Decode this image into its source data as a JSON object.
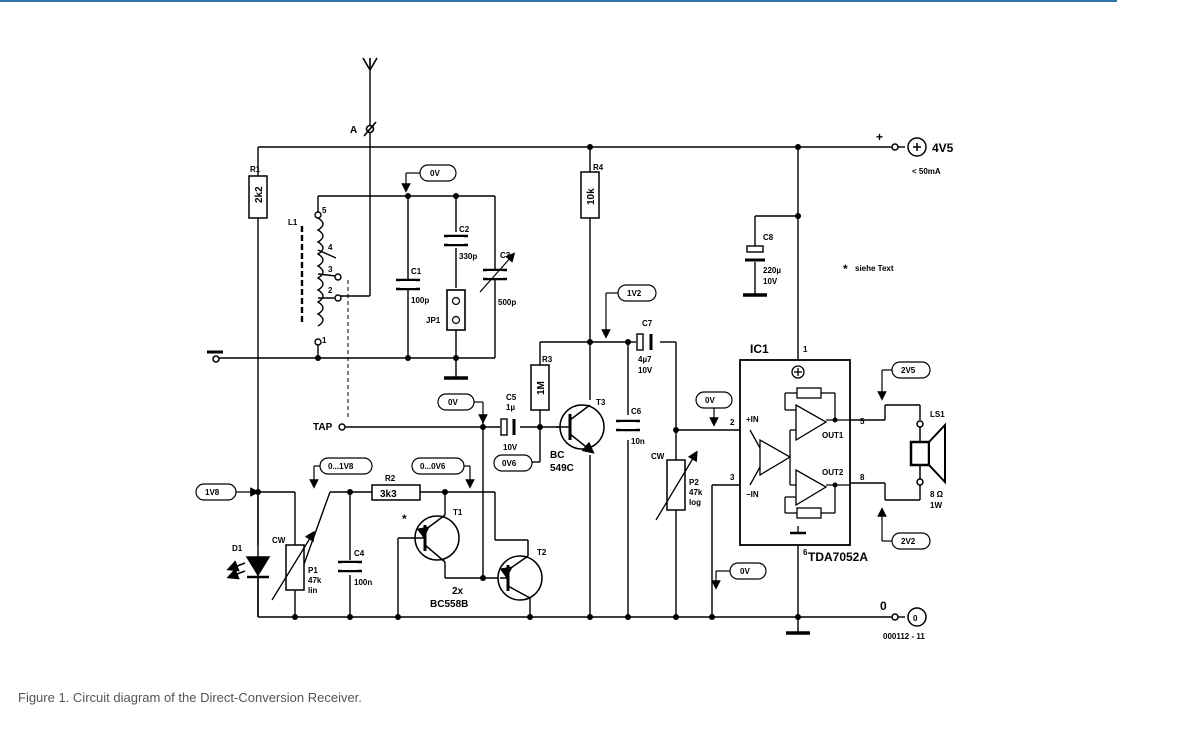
{
  "caption": "Figure 1. Circuit diagram of the Direct-Conversion Receiver.",
  "figure_id": "000112 - 11",
  "note": "siehe Text",
  "supply": {
    "label": "4V5",
    "current": "< 50mA",
    "plus": "+",
    "ground": "0"
  },
  "components": {
    "R1": {
      "ref": "R1",
      "value": "2k2"
    },
    "R2": {
      "ref": "R2",
      "value": "3k3"
    },
    "R3": {
      "ref": "R3",
      "value": "1M"
    },
    "R4": {
      "ref": "R4",
      "value": "10k"
    },
    "C1": {
      "ref": "C1",
      "value": "100p"
    },
    "C2": {
      "ref": "C2",
      "value": "330p"
    },
    "C3": {
      "ref": "C3",
      "value": "500p"
    },
    "C4": {
      "ref": "C4",
      "value": "100n"
    },
    "C5": {
      "ref": "C5",
      "value": "1µ",
      "voltage": "10V"
    },
    "C6": {
      "ref": "C6",
      "value": "10n"
    },
    "C7": {
      "ref": "C7",
      "value": "4µ7",
      "voltage": "10V"
    },
    "C8": {
      "ref": "C8",
      "value": "220µ",
      "voltage": "10V"
    },
    "P1": {
      "ref": "P1",
      "value": "47k",
      "taper": "lin",
      "cw": "CW"
    },
    "P2": {
      "ref": "P2",
      "value": "47k",
      "taper": "log",
      "cw": "CW"
    },
    "D1": {
      "ref": "D1"
    },
    "L1": {
      "ref": "L1",
      "taps": [
        "5",
        "4",
        "3",
        "2",
        "1"
      ]
    },
    "JP1": {
      "ref": "JP1"
    },
    "T1": {
      "ref": "T1"
    },
    "T2": {
      "ref": "T2"
    },
    "T12_type": {
      "count": "2x",
      "type": "BC558B"
    },
    "T3": {
      "ref": "T3",
      "type1": "BC",
      "type2": "549C"
    },
    "IC1": {
      "ref": "IC1",
      "part": "TDA7052A",
      "pins": {
        "p1": "1",
        "p2": "2",
        "p3": "3",
        "p5": "5",
        "p6": "6",
        "p8": "8"
      },
      "in_plus": "+IN",
      "in_minus": "−IN",
      "out1": "OUT1",
      "out2": "OUT2"
    },
    "LS1": {
      "ref": "LS1",
      "impedance": "8 Ω",
      "power": "1W"
    }
  },
  "nodes": {
    "antenna": "A",
    "tap": "TAP",
    "v0a": "0V",
    "v0b": "0V",
    "v0c": "0V",
    "v0d": "0V",
    "v1v2": "1V2",
    "v1v8": "1V8",
    "v0_1v8": "0...1V8",
    "v0_0v6": "0...0V6",
    "v0v6": "0V6",
    "v2v5": "2V5",
    "v2v2": "2V2"
  },
  "asterisk": "*"
}
